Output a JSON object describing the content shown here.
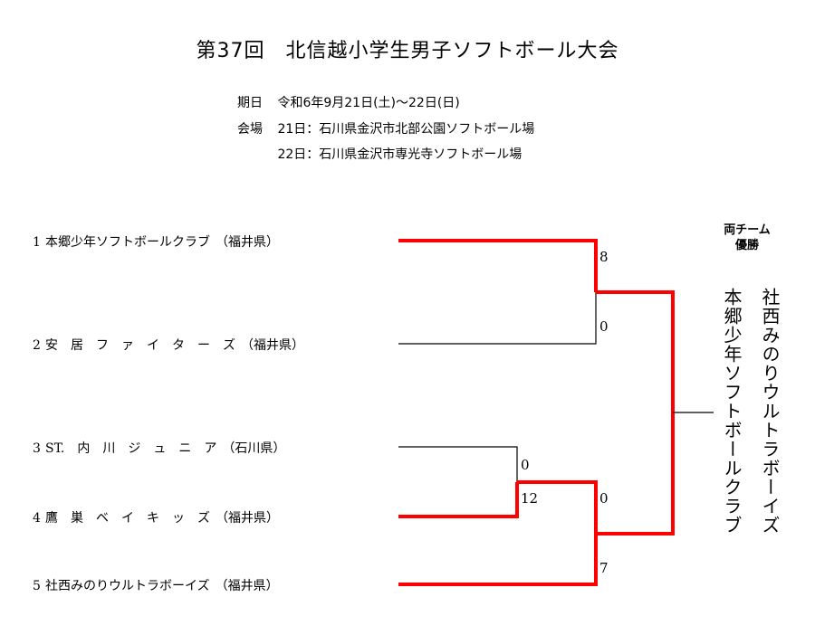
{
  "title": "第37回　北信越小学生男子ソフトボール大会",
  "info": {
    "date_label": "期日",
    "date_value": "令和6年9月21日(土)～22日(日)",
    "venue_label": "会場",
    "venue_line1": "21日：石川県金沢市北部公園ソフトボール場",
    "venue_line2": "22日：石川県金沢市専光寺ソフトボール場"
  },
  "teams": [
    {
      "seed": "1",
      "name": "本郷少年ソフトボールクラブ",
      "pref": "（福井県）"
    },
    {
      "seed": "2",
      "name": "安　居　フ　ァ　イ　タ　ー　ズ",
      "pref": "（福井県）"
    },
    {
      "seed": "3",
      "name": "ST.　内　川　ジ　ュ　ニ　ア",
      "pref": "（石川県）"
    },
    {
      "seed": "4",
      "name": "鷹　巣　ベ　イ　キ　ッ　ズ",
      "pref": "（福井県）"
    },
    {
      "seed": "5",
      "name": "社西みのりウルトラボーイズ",
      "pref": "（福井県）"
    }
  ],
  "scores": {
    "m1_team1": "8",
    "m1_team2": "0",
    "m2_team3": "0",
    "m2_team4": "12",
    "m3_upper": "0",
    "m3_team5": "7"
  },
  "champion": {
    "label_line1": "両チーム",
    "label_line2": "優勝",
    "team_a": "社西みのりウルトラボーイズ",
    "team_b": "本郷少年ソフトボールクラブ"
  },
  "colors": {
    "winner_line": "#ff0000",
    "loser_line": "#000000"
  }
}
